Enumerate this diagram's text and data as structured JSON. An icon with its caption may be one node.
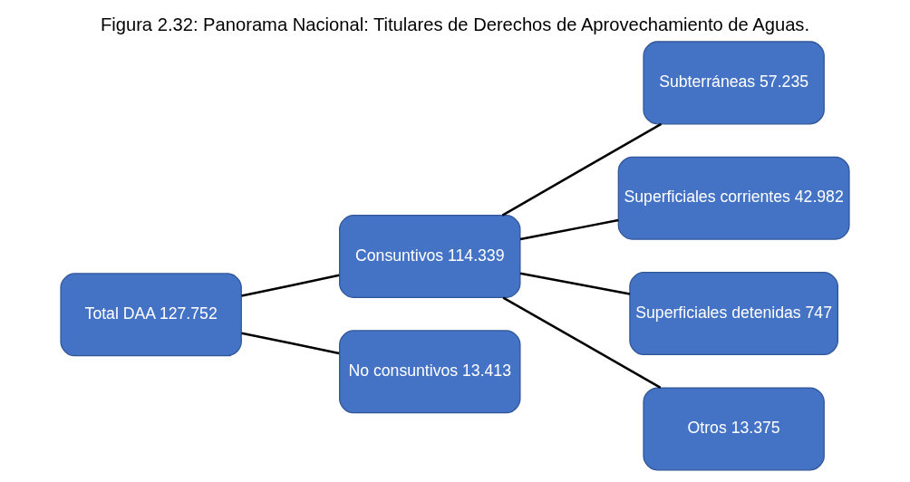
{
  "diagram": {
    "title": "Figura 2.32: Panorama Nacional: Titulares de Derechos de Aprovechamiento de Aguas.",
    "nodes": [
      {
        "text": [
          "Total DAA 127.752"
        ]
      },
      {
        "text": [
          "Consuntivos 114.339"
        ]
      },
      {
        "text": [
          "No consuntivos 13.413"
        ]
      },
      {
        "text": [
          "Subterráneas 57.235"
        ]
      },
      {
        "text": [
          "Superficiales corrientes 42.982"
        ]
      },
      {
        "text": [
          "Superficiales detenidas 747"
        ]
      },
      {
        "text": [
          "Otros 13.375"
        ]
      }
    ],
    "edges": [
      {
        "from": 0,
        "to": 1,
        "arrow": "none"
      },
      {
        "from": 0,
        "to": 2,
        "arrow": "none"
      },
      {
        "from": 1,
        "to": 3,
        "arrow": "none"
      },
      {
        "from": 1,
        "to": 4,
        "arrow": "none"
      },
      {
        "from": 1,
        "to": 5,
        "arrow": "none"
      },
      {
        "from": 1,
        "to": 6,
        "arrow": "none"
      }
    ]
  }
}
